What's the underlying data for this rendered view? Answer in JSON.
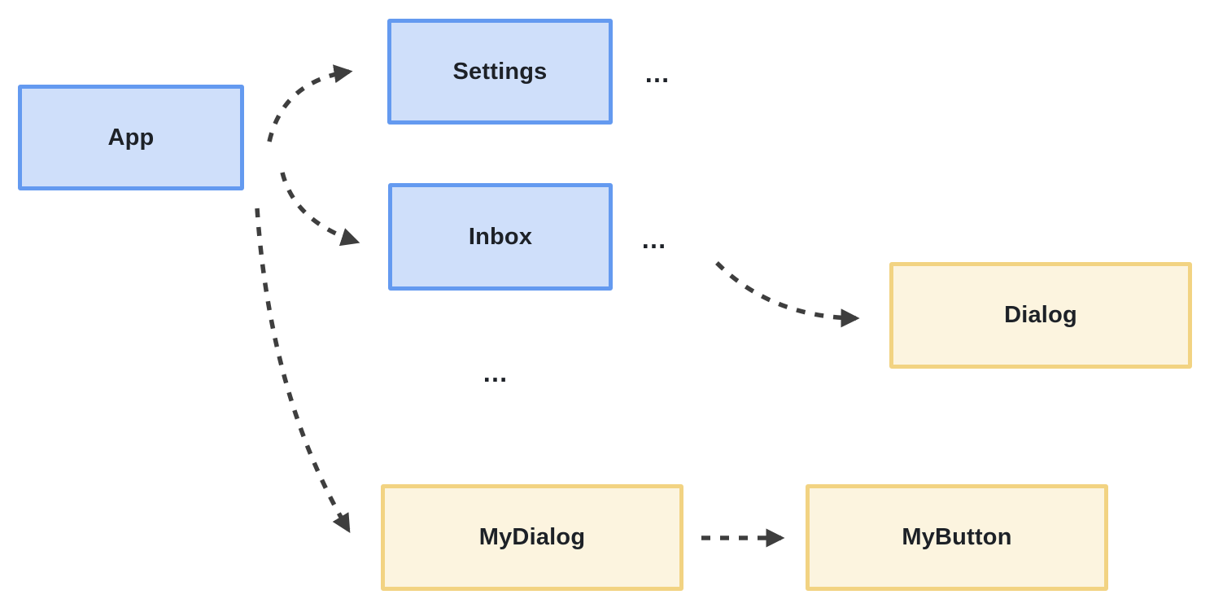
{
  "diagram": {
    "background": "#ffffff",
    "palette": {
      "blue_fill": "#cfdffa",
      "blue_border": "#649af0",
      "yellow_fill": "#fcf4df",
      "yellow_border": "#f2d382",
      "arrow": "#3e3e3e",
      "text": "#1d2127"
    },
    "nodes": {
      "app": {
        "label": "App",
        "color": "blue"
      },
      "settings": {
        "label": "Settings",
        "color": "blue"
      },
      "inbox": {
        "label": "Inbox",
        "color": "blue"
      },
      "dialog": {
        "label": "Dialog",
        "color": "yellow"
      },
      "mydialog": {
        "label": "MyDialog",
        "color": "yellow"
      },
      "mybutton": {
        "label": "MyButton",
        "color": "yellow"
      }
    },
    "ellipsis": {
      "after_settings": "…",
      "after_inbox": "…",
      "more_children": "…"
    },
    "edges": [
      {
        "from": "App",
        "to": "Settings",
        "style": "dashed-curved-arrow"
      },
      {
        "from": "App",
        "to": "Inbox",
        "style": "dashed-curved-arrow"
      },
      {
        "from": "App",
        "to": "MyDialog",
        "style": "dashed-curved-arrow"
      },
      {
        "from": "Inbox",
        "to": "Dialog",
        "style": "dashed-curved-arrow"
      },
      {
        "from": "MyDialog",
        "to": "MyButton",
        "style": "dashed-straight-arrow"
      }
    ]
  }
}
